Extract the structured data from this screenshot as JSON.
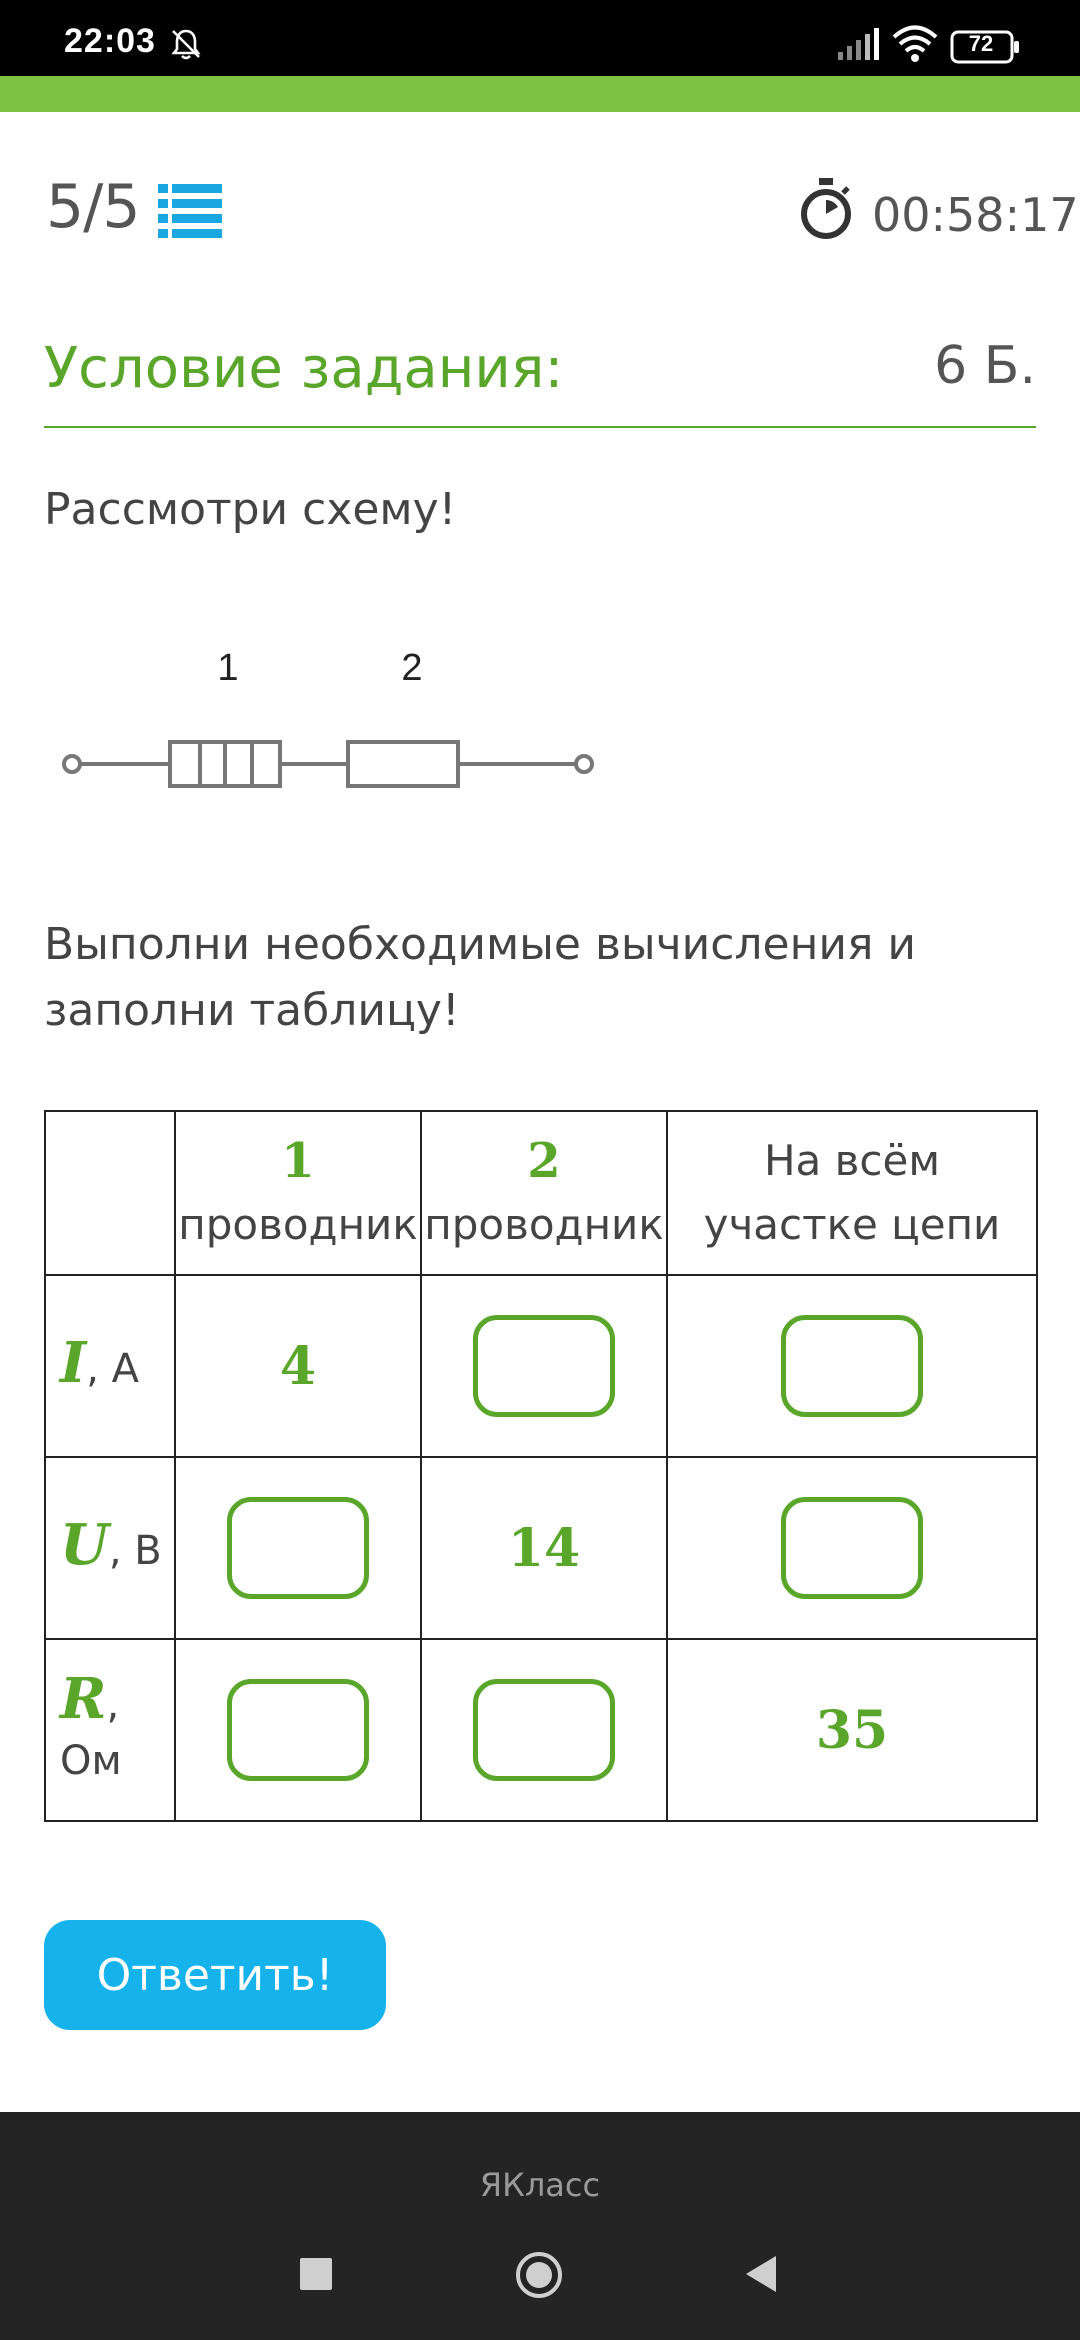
{
  "status_bar": {
    "time": "22:03",
    "battery": "72",
    "icons": [
      "bell-muted-icon",
      "signal-icon",
      "wifi-icon",
      "battery-icon"
    ]
  },
  "header": {
    "progress": "5/5",
    "timer": "00:58:17",
    "icons": [
      "list-icon",
      "stopwatch-icon"
    ]
  },
  "task": {
    "title": "Условие задания:",
    "points": "6 Б.",
    "text1": "Рассмотри схему!",
    "text2": "Выполни необходимые вычисления и заполни таблицу!"
  },
  "circuit": {
    "label1": "1",
    "label2": "2"
  },
  "table": {
    "col1_num": "1",
    "col1_label": "проводник",
    "col2_num": "2",
    "col2_label": "проводник",
    "col3_label": "На всём участке цепи",
    "rows": [
      {
        "symbol": "I",
        "unit": ", А",
        "c1": "4",
        "c2": "",
        "c3": ""
      },
      {
        "symbol": "U",
        "unit": ", В",
        "c1": "",
        "c2": "14",
        "c3": ""
      },
      {
        "symbol": "R",
        "unit": ", Ом",
        "c1": "",
        "c2": "",
        "c3": "35"
      }
    ]
  },
  "submit_label": "Ответить!",
  "bottom": {
    "brand": "ЯКласс",
    "nav_icons": [
      "recent-apps-icon",
      "home-icon",
      "back-icon"
    ]
  },
  "colors": {
    "accent_green": "#5aa62a",
    "top_band_green": "#7dc241",
    "button_blue": "#16b2ec",
    "list_icon_blue": "#1aa6df"
  }
}
